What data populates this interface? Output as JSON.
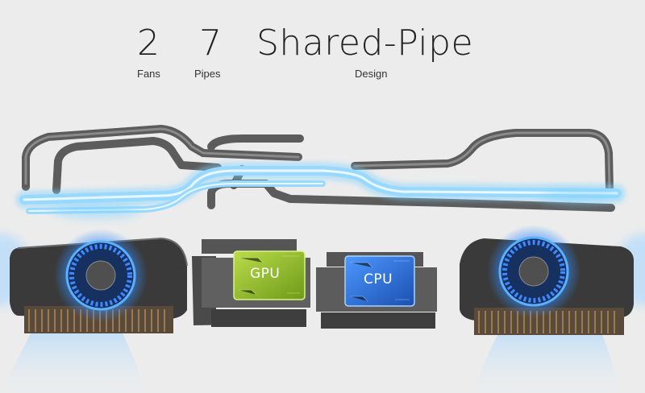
{
  "headline": {
    "fans": {
      "value": "2",
      "label": "Fans"
    },
    "pipes": {
      "value": "7",
      "label": "Pipes"
    },
    "design": {
      "value": "Shared-Pipe",
      "label": "Design"
    }
  },
  "components": {
    "gpu_label": "GPU",
    "cpu_label": "CPU"
  },
  "colors": {
    "background": "#ececec",
    "pipe": "#6b6b6b",
    "pipe_glow": "#7fd3ff",
    "fan_glow": "#2f8bff",
    "gpu_chip": "#8fbf2a",
    "cpu_chip": "#2a6fe0",
    "airflow": "#a8d8ff"
  },
  "icons": [
    "left-fan-icon",
    "right-fan-icon",
    "heat-pipe-icon",
    "gpu-chip-icon",
    "cpu-chip-icon"
  ]
}
